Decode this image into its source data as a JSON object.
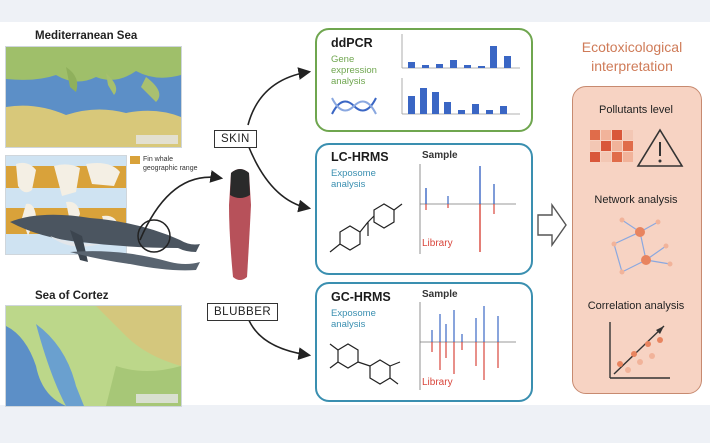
{
  "maps": {
    "mediterranean_title": "Mediterranean Sea",
    "cortez_title": "Sea of Cortez",
    "legend_text": "Fin whale geographic range"
  },
  "methods": {
    "skin_label": "SKIN",
    "blubber_label": "BLUBBER",
    "ddpcr": {
      "title": "ddPCR",
      "subtitle": "Gene expression analysis"
    },
    "lchrms": {
      "title": "LC-HRMS",
      "subtitle": "Exposome analysis",
      "sample": "Sample",
      "library": "Library"
    },
    "gchrms": {
      "title": "GC-HRMS",
      "subtitle": "Exposome analysis",
      "sample": "Sample",
      "library": "Library"
    }
  },
  "eco": {
    "title_line1": "Ecotoxicological",
    "title_line2": "interpretation",
    "pollutants": "Pollutants level",
    "network": "Network analysis",
    "correlation": "Correlation analysis"
  },
  "colors": {
    "ddpcr_border": "#6fa64f",
    "hrms_border": "#3a8fb0",
    "accent_orange": "#cf7b58",
    "bar_blue": "#3a66c4",
    "spectrum_red": "#d9463c"
  }
}
